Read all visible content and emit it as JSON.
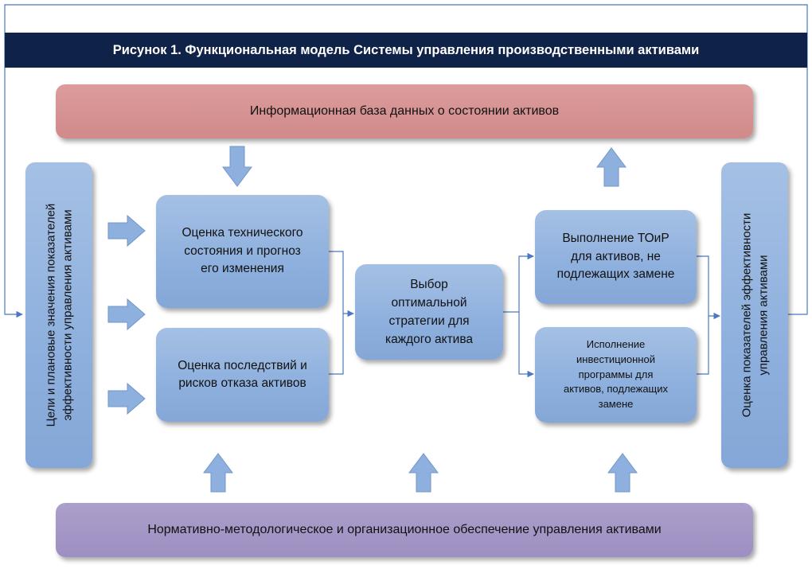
{
  "title": "Рисунок 1. Функциональная модель Системы управления производственными активами",
  "top_box": "Информационная база данных о состоянии активов",
  "bottom_box": "Нормативно-методологическое и организационное обеспечение управления активами",
  "left_side": {
    "line1": "Цели и плановые значения показателей",
    "line2": "эффективности управления активами"
  },
  "right_side": {
    "line1": "Оценка показателей эффективности",
    "line2": "управления активами"
  },
  "boxes": {
    "tech_state": [
      "Оценка технического",
      "состояния и прогноз",
      "его изменения"
    ],
    "consequences": [
      "Оценка последствий и",
      "рисков отказа активов"
    ],
    "strategy": [
      "Выбор",
      "оптимальной",
      "стратегии для",
      "каждого актива"
    ],
    "toir": [
      "Выполнение ТОиР",
      "для активов, не",
      "подлежащих замене"
    ],
    "investment": [
      "Исполнение",
      "инвестиционной",
      "программы для",
      "активов, подлежащих",
      "замене"
    ]
  },
  "colors": {
    "title_bg": "#0f2247",
    "blue_box": "#8eb0de",
    "top_box": "#d08a8a",
    "bottom_box": "#9d8fc1",
    "connector": "#4a78c2"
  }
}
